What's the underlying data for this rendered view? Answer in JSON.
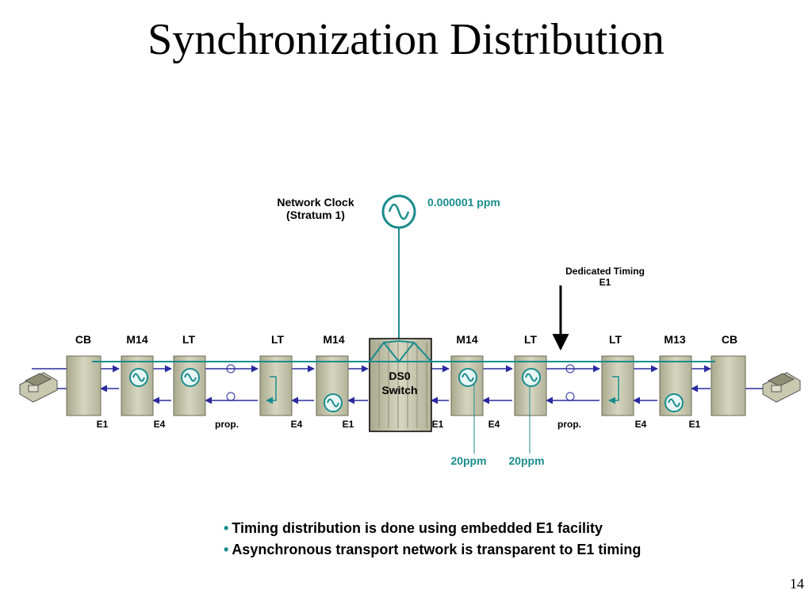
{
  "slide": {
    "title": "Synchronization Distribution",
    "page_number": "14"
  },
  "diagram": {
    "network_clock_line1": "Network Clock",
    "network_clock_line2": "(Stratum 1)",
    "clock_accuracy": "0.000001 ppm",
    "dedicated_timing_line1": "Dedicated Timing",
    "dedicated_timing_line2": "E1",
    "switch_line1": "DS0",
    "switch_line2": "Switch",
    "top_labels": [
      "CB",
      "M14",
      "LT",
      "LT",
      "M14",
      "M14",
      "LT",
      "LT",
      "M13",
      "CB"
    ],
    "bottom_labels": [
      "E1",
      "E4",
      "prop.",
      "E4",
      "E1",
      "E1",
      "E4",
      "prop.",
      "E4",
      "E1"
    ],
    "ppm_left": "20ppm",
    "ppm_right": "20ppm",
    "colors": {
      "teal": "#1a8c8c",
      "blue_link": "#2a2aa0",
      "equipment": "#c9c9b0"
    }
  },
  "bullets": [
    "Timing distribution is done using embedded E1 facility",
    "Asynchronous transport network is transparent to E1 timing"
  ]
}
